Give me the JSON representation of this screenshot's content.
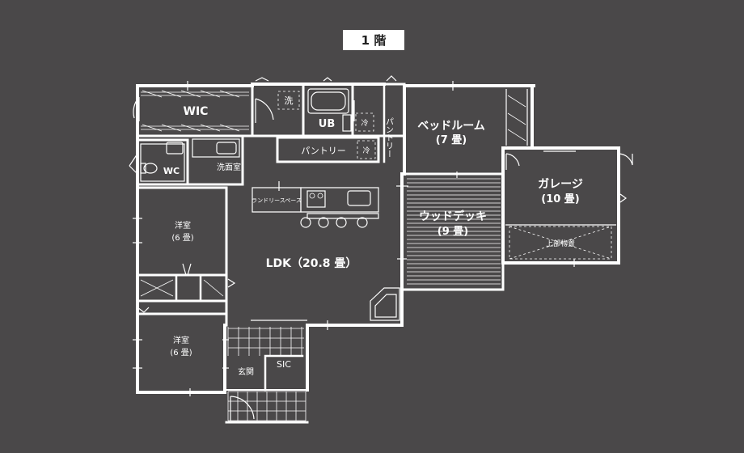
{
  "floor_label": "1 階",
  "rooms": {
    "wic": "WIC",
    "laundry_icon": "洗",
    "ub": "UB",
    "fridge_icon_1": "冷",
    "pantry_vertical": "パントリー",
    "bedroom_name": "ベッドルーム",
    "bedroom_size": "(7 畳)",
    "wc": "WC",
    "washroom": "洗面室",
    "pantry": "パントリー",
    "fridge_icon_2": "冷",
    "garage_name": "ガレージ",
    "garage_size": "(10 畳)",
    "laundry_space": "ランドリースペース",
    "deck_name": "ウッドデッキ",
    "deck_size": "(9 畳)",
    "upper_storage": "上部物置",
    "western_room_1_name": "洋室",
    "western_room_1_size": "(6 畳)",
    "ldk": "LDK（20.8 畳）",
    "western_room_2_name": "洋室",
    "western_room_2_size": "(6 畳)",
    "entrance": "玄関",
    "sic": "SIC"
  },
  "colors": {
    "background": "#4a4849",
    "lines": "#ffffff",
    "badge_text": "#222222"
  }
}
